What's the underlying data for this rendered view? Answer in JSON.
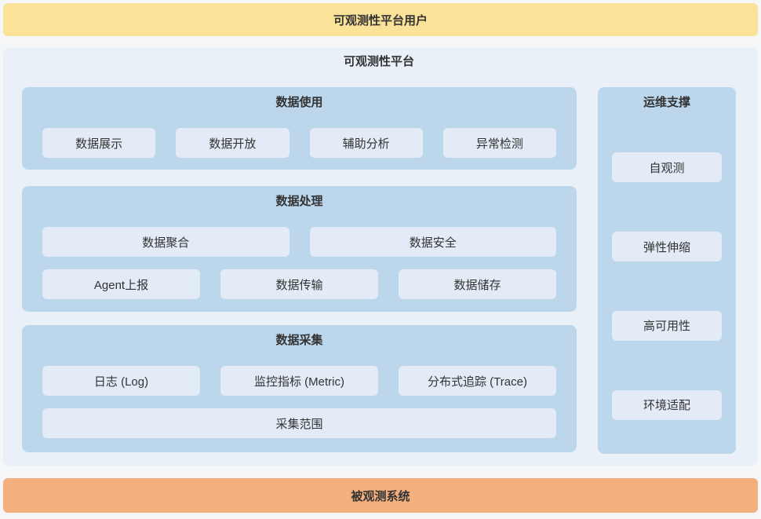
{
  "colors": {
    "page_bg": "#F5F6F8",
    "users_banner_bg": "#FBE299",
    "platform_bg": "#EAF0F8",
    "section_bg": "#BCD6EC",
    "item_bg": "#E2EBF6",
    "observed_banner_bg": "#F3AF7D",
    "text": "#333333"
  },
  "users_banner": {
    "label": "可观测性平台用户"
  },
  "platform": {
    "title": "可观测性平台",
    "sections": [
      {
        "title": "数据使用",
        "rows": [
          [
            "数据展示",
            "数据开放",
            "辅助分析",
            "异常检测"
          ]
        ]
      },
      {
        "title": "数据处理",
        "rows": [
          [
            "数据聚合",
            "数据安全"
          ],
          [
            "Agent上报",
            "数据传输",
            "数据储存"
          ]
        ]
      },
      {
        "title": "数据采集",
        "rows": [
          [
            "日志 (Log)",
            "监控指标 (Metric)",
            "分布式追踪 (Trace)"
          ],
          [
            "采集范围"
          ]
        ]
      }
    ],
    "ops": {
      "title": "运维支撑",
      "items": [
        "自观测",
        "弹性伸缩",
        "高可用性",
        "环境适配"
      ]
    }
  },
  "observed_banner": {
    "label": "被观测系统"
  }
}
